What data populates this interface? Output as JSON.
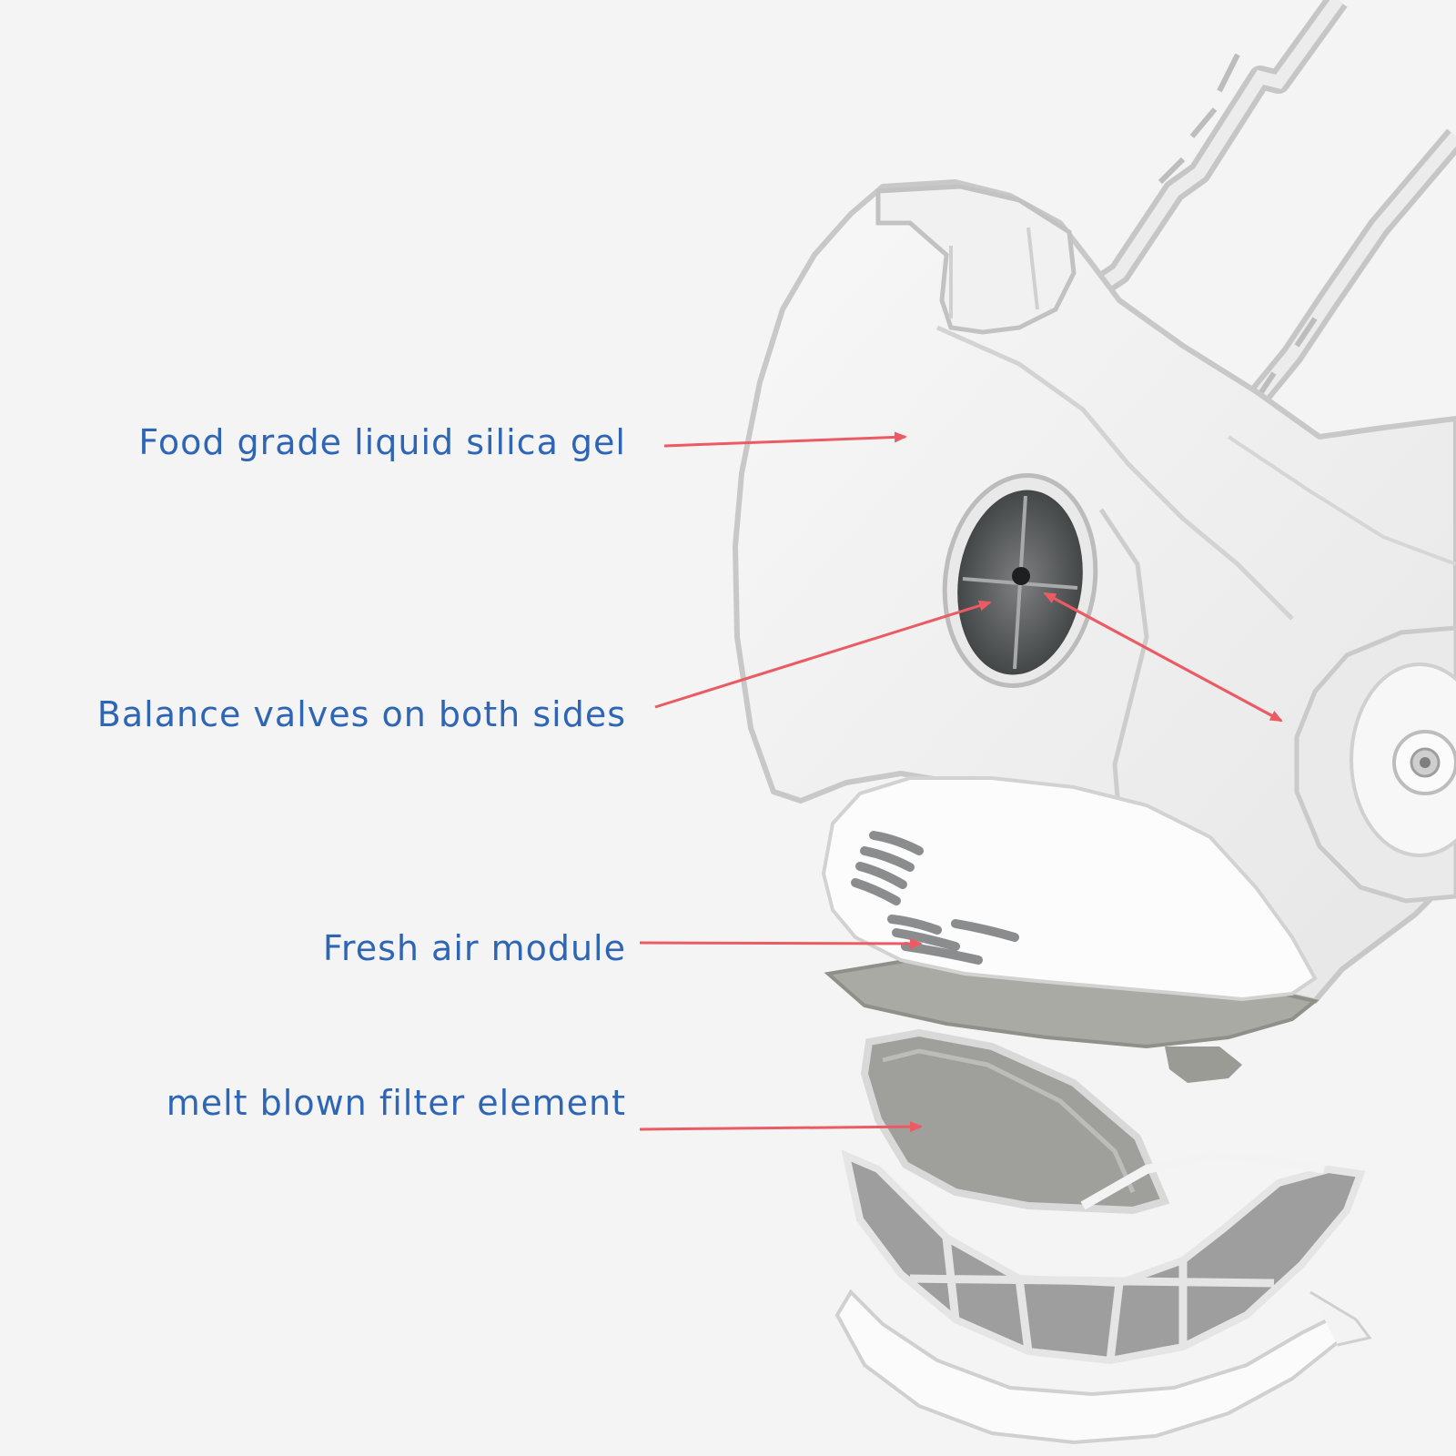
{
  "colors": {
    "background": "#f4f4f4",
    "label_text": "#2e66b5",
    "pointer_arrow": "#ec5a64",
    "mask_outline": "#c7c7c7",
    "filter_gray": "#9c9d98"
  },
  "callouts": [
    {
      "label": "Food grade liquid silica gel"
    },
    {
      "label": "Balance valves on both sides"
    },
    {
      "label": "Fresh air module"
    },
    {
      "label": "melt blown filter element"
    }
  ]
}
